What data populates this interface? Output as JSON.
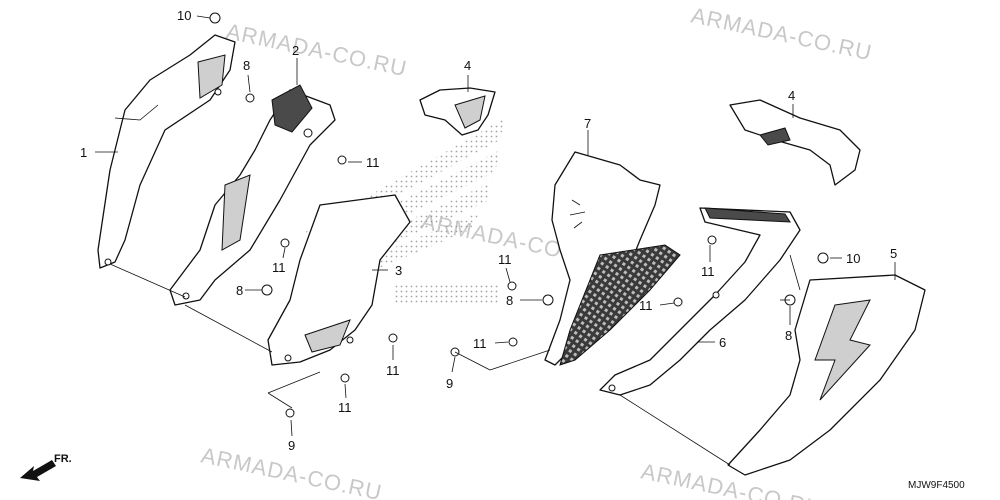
{
  "watermark": "ARMADA-CO.RU",
  "diagram_code": "MJW9F4500",
  "direction_label": "FR.",
  "callouts": {
    "c10a": "10",
    "c8a": "8",
    "c2": "2",
    "c1": "1",
    "c11a": "11",
    "c11b": "11",
    "c8b": "8",
    "c3": "3",
    "c11c": "11",
    "c11d": "11",
    "c9a": "9",
    "c4a": "4",
    "c7": "7",
    "c11e": "11",
    "c8c": "8",
    "c11f": "11",
    "c9b": "9",
    "c4b": "4",
    "c11g": "11",
    "c11h": "11",
    "c6": "6",
    "c10b": "10",
    "c5": "5",
    "c8d": "8"
  }
}
